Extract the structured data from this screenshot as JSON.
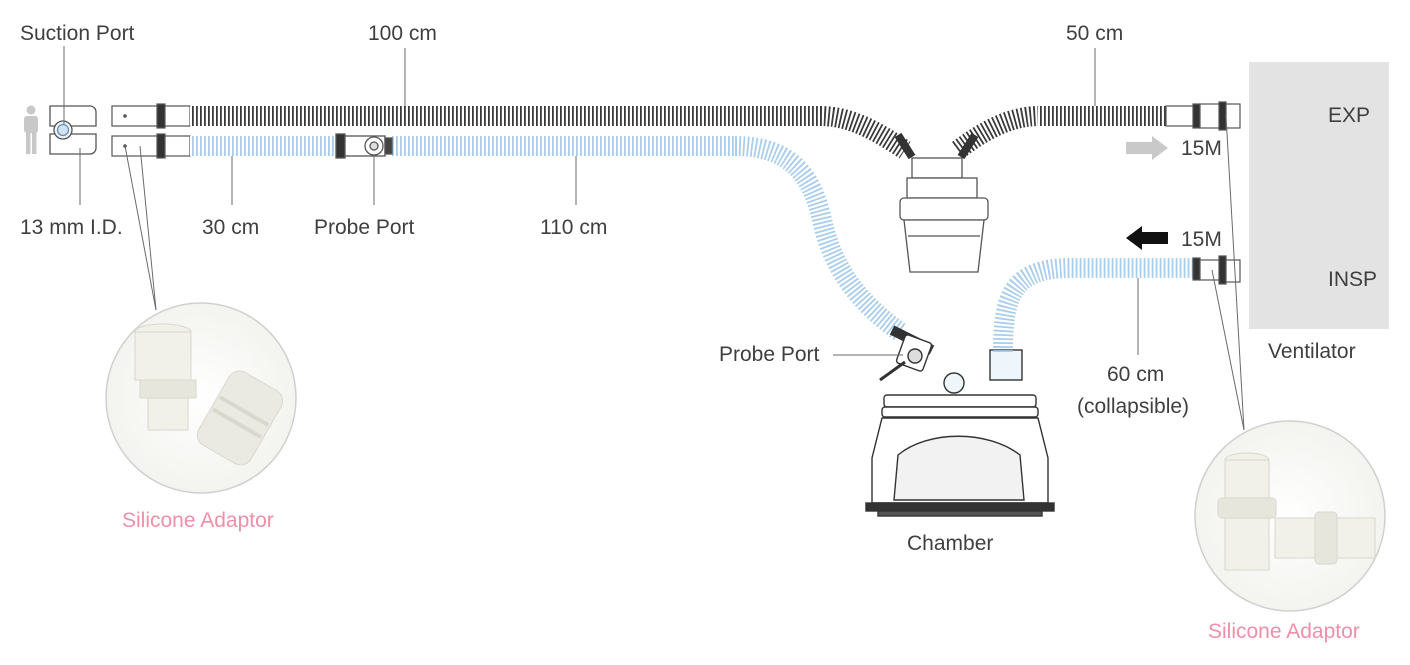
{
  "labels": {
    "suction_port": "Suction Port",
    "len_100": "100 cm",
    "len_50": "50 cm",
    "exp": "EXP",
    "flow_15m_top": "15M",
    "flow_15m_bottom": "15M",
    "insp": "INSP",
    "id_13mm": "13 mm I.D.",
    "len_30": "30 cm",
    "probe_port_left": "Probe Port",
    "len_110": "110 cm",
    "probe_port_chamber": "Probe Port",
    "len_60": "60 cm",
    "collapsible": "(collapsible)",
    "ventilator": "Ventilator",
    "chamber": "Chamber",
    "silicone_left": "Silicone Adaptor",
    "silicone_right": "Silicone Adaptor"
  },
  "colors": {
    "text": "#3f3f3f",
    "accent_pink": "#ee8fa8",
    "inspiratory_tube": "#bcd8f0",
    "expiratory_tube": "#555555",
    "ventilator_panel": "#e3e3e3",
    "arrow_gray": "#c9c9c9"
  }
}
